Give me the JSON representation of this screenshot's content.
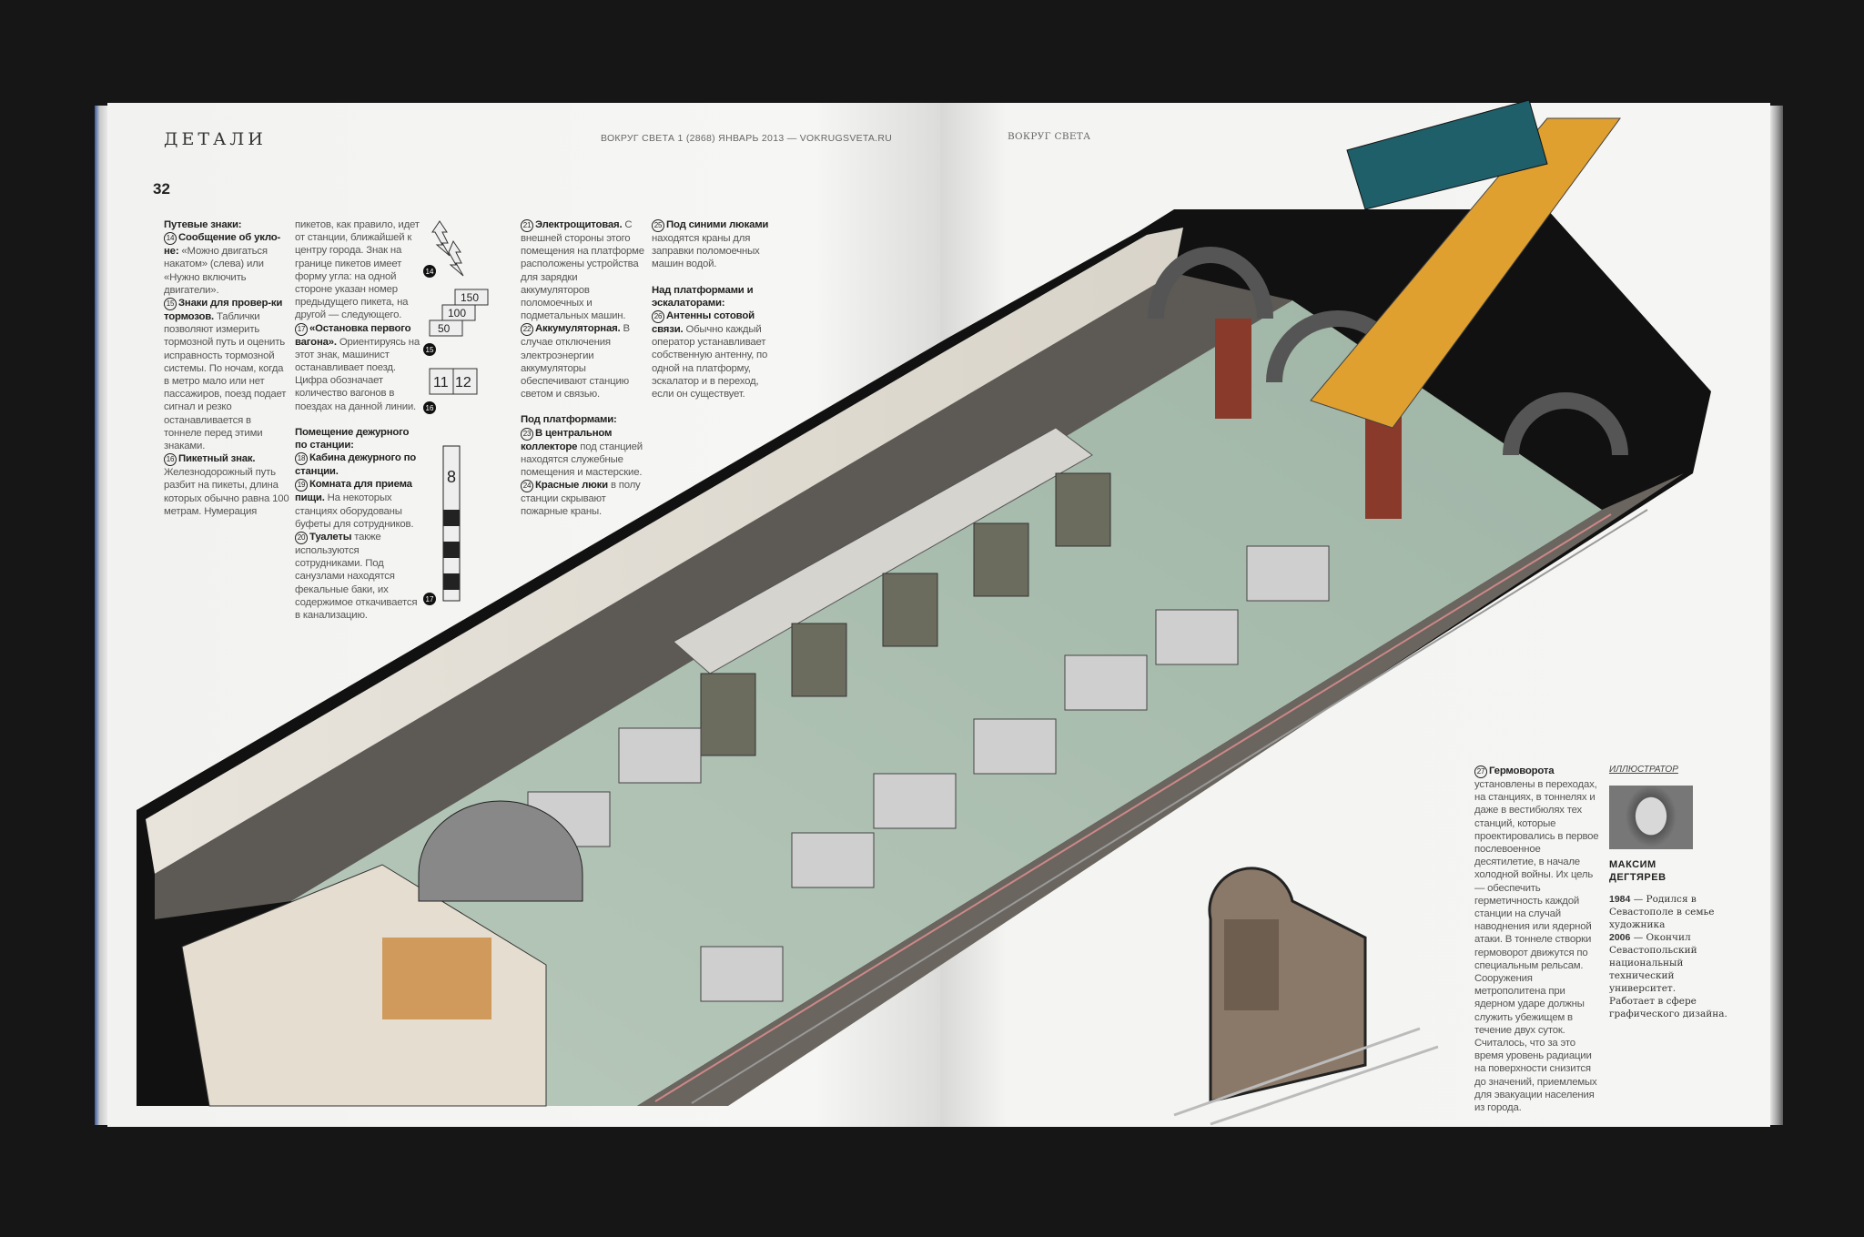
{
  "left_page": {
    "section_title": "ДЕТАЛИ",
    "page_number": "32",
    "running_head": "ВОКРУГ СВЕТА  1 (2868) ЯНВАРЬ 2013 — VOKRUGSVETA.RU",
    "col1": {
      "heading": "Путевые знаки:",
      "i14_num": "14",
      "i14_title": "Сообщение об укло-не:",
      "i14_text": "«Можно двигаться накатом» (слева) или «Нужно включить двигатели».",
      "i15_num": "15",
      "i15_title": "Знаки для провер-ки тормозов.",
      "i15_text": "Таблички позволяют измерить тормозной путь и оценить исправность тормозной системы. По ночам, когда в метро мало или нет пассажиров, поезд подает сигнал и резко останавливается в тоннеле перед этими знаками.",
      "i16_num": "16",
      "i16_title": "Пикетный знак.",
      "i16_text": "Железнодорожный путь разбит на пикеты, длина которых обычно равна 100 метрам. Нумерация"
    },
    "col2": {
      "cont_text": "пикетов, как правило, идет от станции, ближайшей к центру города. Знак на границе пикетов имеет форму угла: на одной стороне указан номер предыдущего пикета, на другой — следующего.",
      "i17_num": "17",
      "i17_title": "«Остановка первого вагона».",
      "i17_text": "Ориентируясь на этот знак, машинист останавливает поезд. Цифра обозначает количество вагонов в поездах на данной линии.",
      "heading2": "Помещение дежурного по станции:",
      "i18_num": "18",
      "i18_title": "Кабина дежурного по станции.",
      "i19_num": "19",
      "i19_title": "Комната для приема пищи.",
      "i19_text": "На некоторых станциях оборудованы буфеты для сотрудников.",
      "i20_num": "20",
      "i20_title": "Туалеты",
      "i20_text": "также используются сотрудниками. Под санузлами находятся фекальные баки, их содержимое откачивается в канализацию."
    },
    "col3": {
      "i21_num": "21",
      "i21_title": "Электрощитовая.",
      "i21_text": "С внешней стороны этого помещения на платформе расположены устройства для зарядки аккумуляторов поломоечных и подметальных машин.",
      "i22_num": "22",
      "i22_title": "Аккумуляторная.",
      "i22_text": "В случае отключения электроэнергии аккумуляторы обеспечивают станцию светом и связью.",
      "heading3": "Под платформами:",
      "i23_num": "23",
      "i23_title": "В центральном коллекторе",
      "i23_text": "под станцией находятся служебные помещения и мастерские.",
      "i24_num": "24",
      "i24_title": "Красные люки",
      "i24_text": "в полу станции скрывают пожарные краны."
    },
    "col4": {
      "i25_num": "25",
      "i25_title": "Под синими люками",
      "i25_text": "находятся краны для заправки поломоечных машин водой.",
      "heading4": "Над платформами и эскалаторами:",
      "i26_num": "26",
      "i26_title": "Антенны сотовой связи.",
      "i26_text": "Обычно каждый оператор устанавливает собственную антенну, по одной на платформу, эскалатор и в переход, если он существует."
    },
    "sign_icons": {
      "sign14_label": "14",
      "sign15_label": "15",
      "sign15_values": [
        "150",
        "100",
        "50"
      ],
      "sign16_label": "16",
      "sign16_values": [
        "11",
        "12"
      ],
      "sign17_label": "17",
      "sign17_value": "8"
    }
  },
  "right_page": {
    "running_head": "ВОКРУГ СВЕТА",
    "i27_num": "27",
    "i27_title": "Гермоворота",
    "i27_text": "установлены в переходах, на станциях, в тоннелях и даже в вестибюлях тех станций, которые проектировались в первое послевоенное десятилетие, в начале холодной войны. Их цель — обеспечить герметичность каждой станции на случай наводнения или ядерной атаки. В тоннеле створки гермоворот движутся по специальным рельсам. Сооружения метрополитена при ядерном ударе должны служить убежищем в течение двух суток. Считалось, что за это время уровень радиации на поверхности снизится до значений, приемлемых для эвакуации населения из города.",
    "illustrator": {
      "label": "ИЛЛЮСТРАТОР",
      "name_line1": "МАКСИМ",
      "name_line2": "ДЕГТЯРЕВ",
      "y1": "1984",
      "t1": "— Родился в Севастополе в семье художника",
      "y2": "2006",
      "t2": "— Окончил Севастопольский национальный технический университет.",
      "t3": "Работает в сфере графического дизайна."
    }
  },
  "colors": {
    "background": "#161616",
    "paper": "#f4f4f2",
    "platform": "#a9bcae",
    "train": "#1f5f6a",
    "escalator": "#e0a030"
  }
}
